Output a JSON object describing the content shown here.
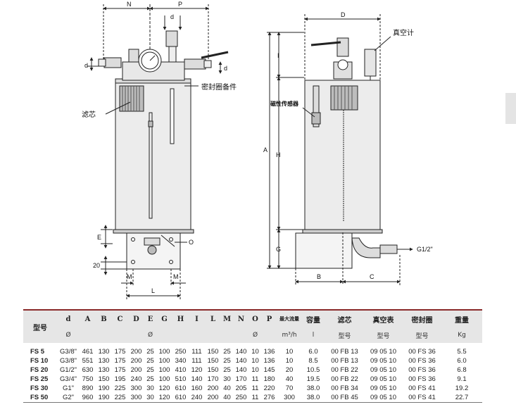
{
  "drawing": {
    "left_view": {
      "dims": {
        "N": "N",
        "P": "P",
        "d_top": "d",
        "d_left": "d",
        "d_right": "d",
        "E": "E",
        "O": "O",
        "M_left": "M",
        "M_right": "M",
        "L": "L",
        "twenty": "20"
      },
      "labels": {
        "seal": "密封圈备件",
        "filter": "滤芯"
      }
    },
    "right_view": {
      "dims": {
        "D": "D",
        "I": "I",
        "A": "A",
        "H": "H",
        "G": "G",
        "B": "B",
        "C": "C",
        "thread": "G1/2\""
      },
      "labels": {
        "vacuum": "真空计",
        "sensor": "磁性传感器"
      }
    },
    "colors": {
      "tank_fill": "#ececec",
      "line": "#222222",
      "accent": "#8a2a2a"
    }
  },
  "table": {
    "headers": [
      "型号",
      "d",
      "A",
      "B",
      "C",
      "D",
      "E",
      "G",
      "H",
      "I",
      "L",
      "M",
      "N",
      "O",
      "P",
      "最大流量",
      "容量",
      "滤芯",
      "真空表",
      "密封圈",
      "重量"
    ],
    "units": {
      "d": "Ø",
      "E": "Ø",
      "O": "Ø",
      "flow": "m³/h",
      "capacity": "l",
      "filter": "型号",
      "gauge": "型号",
      "seal": "型号",
      "weight": "Kg"
    },
    "rows": [
      [
        "FS 5",
        "G3/8\"",
        "461",
        "130",
        "175",
        "200",
        "25",
        "100",
        "250",
        "111",
        "150",
        "25",
        "140",
        "10",
        "136",
        "10",
        "6.0",
        "00 FB 13",
        "09 05 10",
        "00 FS 36",
        "5.5"
      ],
      [
        "FS 10",
        "G3/8\"",
        "551",
        "130",
        "175",
        "200",
        "25",
        "100",
        "340",
        "111",
        "150",
        "25",
        "140",
        "10",
        "136",
        "10",
        "8.5",
        "00 FB 13",
        "09 05 10",
        "00 FS 36",
        "6.0"
      ],
      [
        "FS 20",
        "G1/2\"",
        "630",
        "130",
        "175",
        "200",
        "25",
        "100",
        "410",
        "120",
        "150",
        "25",
        "140",
        "10",
        "145",
        "20",
        "10.5",
        "00 FB 22",
        "09 05 10",
        "00 FS 36",
        "6.8"
      ],
      [
        "FS 25",
        "G3/4\"",
        "750",
        "150",
        "195",
        "240",
        "25",
        "100",
        "510",
        "140",
        "170",
        "30",
        "170",
        "11",
        "180",
        "40",
        "19.5",
        "00 FB 22",
        "09 05 10",
        "00 FS 36",
        "9.1"
      ],
      [
        "FS 30",
        "G1\"",
        "890",
        "190",
        "225",
        "300",
        "30",
        "120",
        "610",
        "160",
        "200",
        "40",
        "205",
        "11",
        "220",
        "70",
        "38.0",
        "00 FB 34",
        "09 05 10",
        "00 FS 41",
        "19.2"
      ],
      [
        "FS 50",
        "G2\"",
        "960",
        "190",
        "225",
        "300",
        "30",
        "120",
        "610",
        "240",
        "200",
        "40",
        "250",
        "11",
        "276",
        "300",
        "38.0",
        "00 FB 45",
        "09 05 10",
        "00 FS 41",
        "22.7"
      ]
    ]
  }
}
